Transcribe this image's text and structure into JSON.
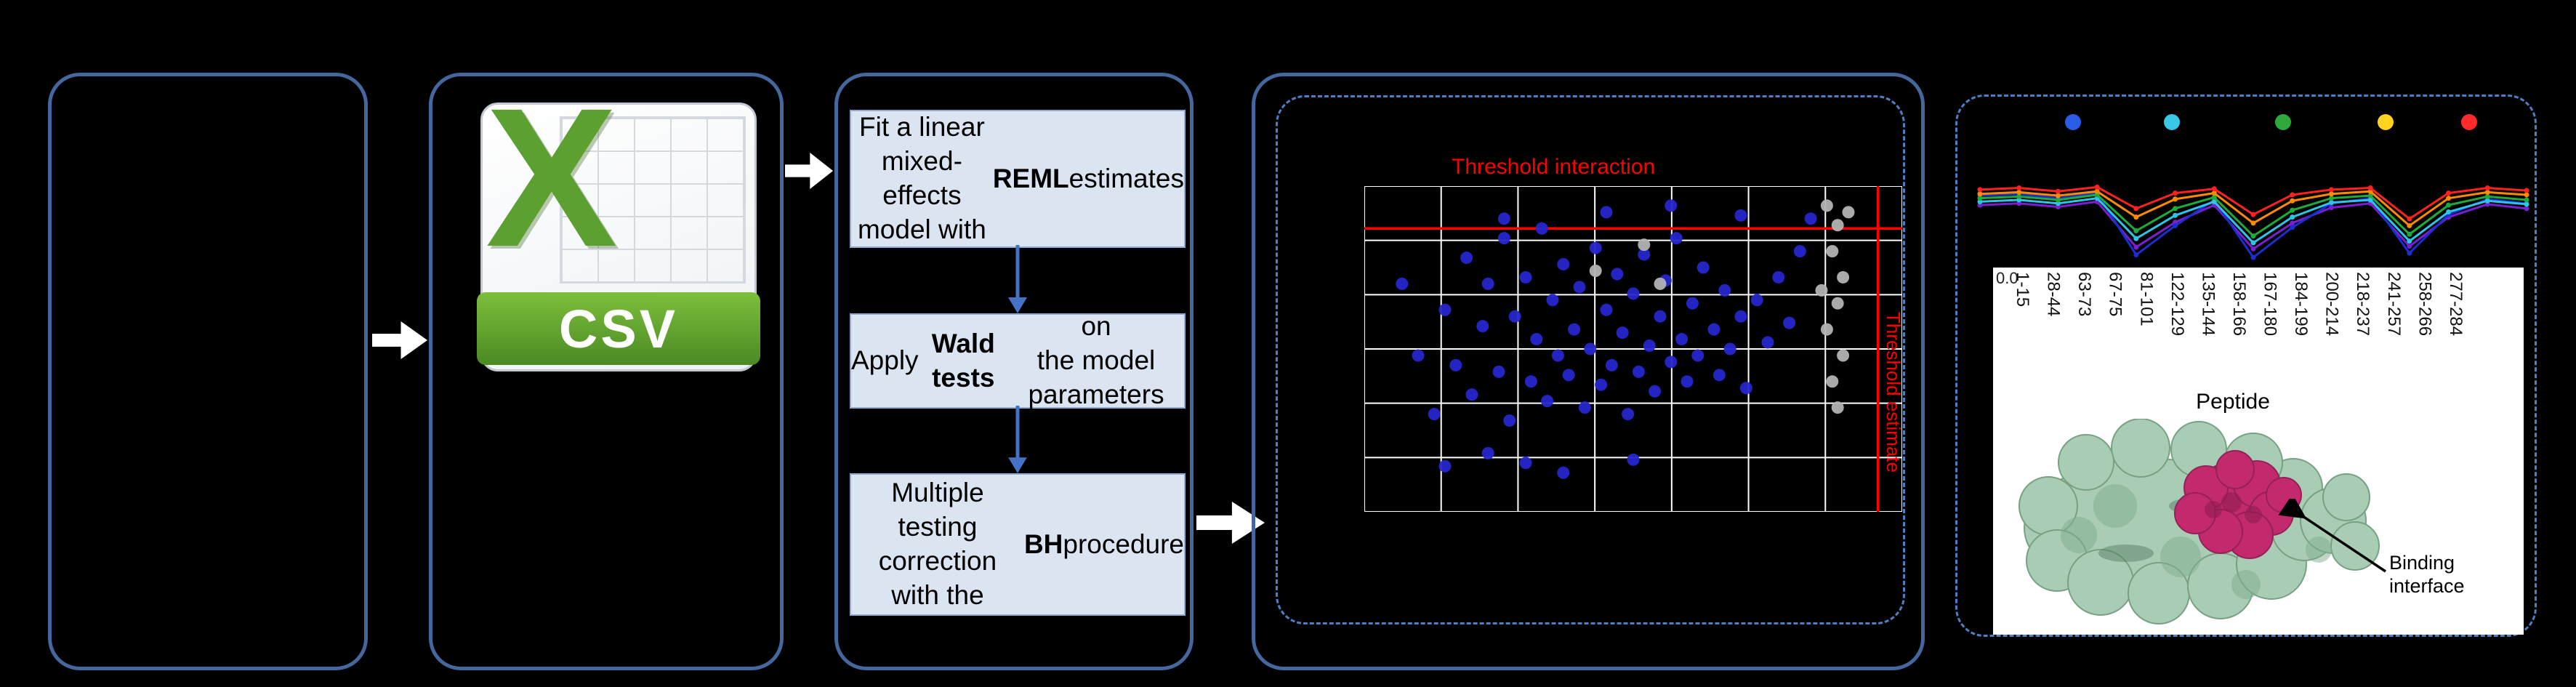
{
  "figure": {
    "csv": {
      "letter": "X",
      "label": "CSV"
    },
    "modeling_steps": [
      {
        "pre": "Fit a linear mixed-\neffects model with\n",
        "bold": "REML",
        "post": " estimates"
      },
      {
        "pre": "Apply ",
        "bold": "Wald tests",
        "post": " on\nthe model parameters"
      },
      {
        "pre": "Multiple testing\ncorrection\nwith the ",
        "bold": "BH",
        "post": " procedure"
      }
    ],
    "binding_caption": "Binding\ninterface",
    "protein_green": "#a9ccb4",
    "protein_magenta": "#c22a6d",
    "colors": {
      "panel_border": "#44679e",
      "dashed_border": "#4f7ec2",
      "step_fill": "#dbe5f2",
      "step_border": "#8fadd3",
      "step_arrow_blue": "#4472c4",
      "flow_arrow_white": "#ffffff",
      "csv_green": "#5da032",
      "threshold_red": "#ff0000"
    }
  },
  "chart_data": [
    {
      "type": "scatter",
      "title": "Threshold interaction",
      "right_label": "Threshold estimate",
      "title_color": "#ff0000",
      "background": "#000000",
      "grid": {
        "v_lines": 8,
        "h_lines": 7,
        "color": "#ffffff"
      },
      "threshold_h_frac": 0.13,
      "threshold_v_frac": 0.955,
      "threshold_color": "#ff0000",
      "note": "axes unlabeled in figure; point coordinates normalized 0-1 (x rightward, y downward from plot top-left)",
      "series": [
        {
          "name": "blue-points",
          "color": "#2626cc",
          "points": [
            [
              0.07,
              0.3
            ],
            [
              0.1,
              0.52
            ],
            [
              0.13,
              0.7
            ],
            [
              0.15,
              0.38
            ],
            [
              0.17,
              0.55
            ],
            [
              0.19,
              0.22
            ],
            [
              0.2,
              0.64
            ],
            [
              0.22,
              0.43
            ],
            [
              0.23,
              0.3
            ],
            [
              0.25,
              0.57
            ],
            [
              0.26,
              0.16
            ],
            [
              0.27,
              0.72
            ],
            [
              0.28,
              0.4
            ],
            [
              0.3,
              0.28
            ],
            [
              0.31,
              0.6
            ],
            [
              0.32,
              0.47
            ],
            [
              0.33,
              0.13
            ],
            [
              0.34,
              0.66
            ],
            [
              0.35,
              0.35
            ],
            [
              0.36,
              0.52
            ],
            [
              0.37,
              0.24
            ],
            [
              0.38,
              0.58
            ],
            [
              0.39,
              0.44
            ],
            [
              0.4,
              0.31
            ],
            [
              0.41,
              0.68
            ],
            [
              0.42,
              0.5
            ],
            [
              0.43,
              0.19
            ],
            [
              0.44,
              0.61
            ],
            [
              0.45,
              0.38
            ],
            [
              0.46,
              0.55
            ],
            [
              0.47,
              0.27
            ],
            [
              0.48,
              0.45
            ],
            [
              0.49,
              0.7
            ],
            [
              0.5,
              0.33
            ],
            [
              0.51,
              0.57
            ],
            [
              0.52,
              0.21
            ],
            [
              0.53,
              0.49
            ],
            [
              0.54,
              0.63
            ],
            [
              0.55,
              0.4
            ],
            [
              0.56,
              0.29
            ],
            [
              0.57,
              0.54
            ],
            [
              0.58,
              0.16
            ],
            [
              0.59,
              0.47
            ],
            [
              0.6,
              0.6
            ],
            [
              0.61,
              0.36
            ],
            [
              0.62,
              0.52
            ],
            [
              0.63,
              0.25
            ],
            [
              0.65,
              0.44
            ],
            [
              0.66,
              0.58
            ],
            [
              0.67,
              0.32
            ],
            [
              0.68,
              0.5
            ],
            [
              0.7,
              0.4
            ],
            [
              0.71,
              0.62
            ],
            [
              0.73,
              0.35
            ],
            [
              0.75,
              0.48
            ],
            [
              0.77,
              0.28
            ],
            [
              0.79,
              0.42
            ],
            [
              0.81,
              0.2
            ],
            [
              0.83,
              0.1
            ],
            [
              0.3,
              0.85
            ],
            [
              0.37,
              0.88
            ],
            [
              0.23,
              0.82
            ],
            [
              0.5,
              0.84
            ],
            [
              0.15,
              0.86
            ],
            [
              0.26,
              0.1
            ],
            [
              0.45,
              0.08
            ],
            [
              0.57,
              0.06
            ],
            [
              0.7,
              0.09
            ]
          ]
        },
        {
          "name": "gray-points",
          "color": "#b3b3b3",
          "points": [
            [
              0.86,
              0.06
            ],
            [
              0.88,
              0.12
            ],
            [
              0.87,
              0.2
            ],
            [
              0.89,
              0.28
            ],
            [
              0.88,
              0.36
            ],
            [
              0.86,
              0.44
            ],
            [
              0.89,
              0.52
            ],
            [
              0.87,
              0.6
            ],
            [
              0.88,
              0.68
            ],
            [
              0.52,
              0.18
            ],
            [
              0.55,
              0.3
            ],
            [
              0.43,
              0.26
            ],
            [
              0.9,
              0.08
            ],
            [
              0.85,
              0.32
            ]
          ]
        }
      ]
    },
    {
      "type": "line",
      "categories": [
        "1-15",
        "28-44",
        "63-73",
        "67-75",
        "81-101",
        "122-129",
        "135-144",
        "158-166",
        "167-180",
        "184-199",
        "200-214",
        "218-237",
        "241-257",
        "258-266",
        "277-284"
      ],
      "xlabel": "Peptide",
      "ytick_label": "0.0",
      "ylim": [
        0,
        1
      ],
      "note": "relative uptake per peptide, values estimated from pixels (1 = top of axis)",
      "legend_dot_colors": [
        "#2b5ce6",
        "#38c8e8",
        "#2fa83c",
        "#ffd21f",
        "#ff2a2a"
      ],
      "series": [
        {
          "name": "purple",
          "color": "#7a1fd0",
          "values": [
            0.66,
            0.68,
            0.64,
            0.7,
            0.17,
            0.46,
            0.66,
            0.15,
            0.45,
            0.63,
            0.68,
            0.18,
            0.52,
            0.67,
            0.62
          ]
        },
        {
          "name": "dark-blue",
          "color": "#1b2fd0",
          "values": [
            0.77,
            0.79,
            0.74,
            0.8,
            0.08,
            0.42,
            0.72,
            0.05,
            0.4,
            0.68,
            0.74,
            0.1,
            0.55,
            0.73,
            0.68
          ]
        },
        {
          "name": "cyan",
          "color": "#2ec4e6",
          "values": [
            0.7,
            0.72,
            0.68,
            0.74,
            0.27,
            0.54,
            0.7,
            0.22,
            0.52,
            0.69,
            0.72,
            0.24,
            0.58,
            0.71,
            0.67
          ]
        },
        {
          "name": "green",
          "color": "#1faa3c",
          "values": [
            0.74,
            0.76,
            0.72,
            0.78,
            0.36,
            0.62,
            0.75,
            0.3,
            0.6,
            0.74,
            0.77,
            0.32,
            0.66,
            0.76,
            0.72
          ]
        },
        {
          "name": "orange",
          "color": "#ff8a00",
          "values": [
            0.79,
            0.81,
            0.77,
            0.82,
            0.52,
            0.73,
            0.8,
            0.45,
            0.71,
            0.79,
            0.82,
            0.42,
            0.74,
            0.81,
            0.78
          ]
        },
        {
          "name": "red",
          "color": "#ff2020",
          "values": [
            0.84,
            0.86,
            0.82,
            0.87,
            0.62,
            0.8,
            0.85,
            0.55,
            0.78,
            0.84,
            0.86,
            0.5,
            0.8,
            0.86,
            0.83
          ]
        }
      ]
    }
  ]
}
